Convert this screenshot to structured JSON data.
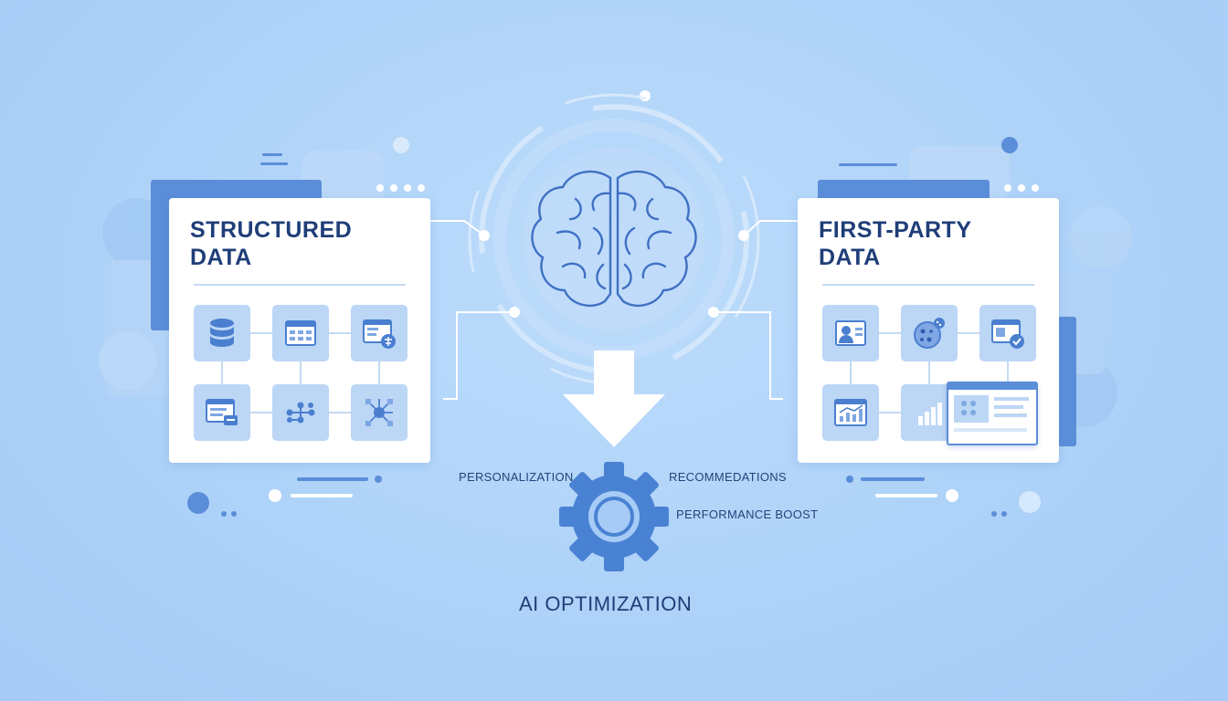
{
  "left_card": {
    "title": "STRUCTURED\nDATA"
  },
  "right_card": {
    "title": "FIRST-PARTY\nDATA"
  },
  "outputs": {
    "personalization": "PERSONALIZATION",
    "recommendations": "RECOMMEDATIONS",
    "performance": "PERFORMANCE BOOST"
  },
  "result_label": "AI OPTIMIZATION",
  "icons": {
    "center": "brain-icon",
    "arrow": "arrow-down-icon",
    "gear": "gear-icon",
    "left_tiles": [
      "database-icon",
      "calendar-grid-icon",
      "browser-network-icon",
      "form-chat-icon",
      "flow-nodes-icon",
      "network-hub-icon"
    ],
    "right_tiles": [
      "user-profile-icon",
      "cookie-icon",
      "browser-check-icon",
      "analytics-browser-icon",
      "bar-chart-icon",
      "dashboard-window-icon"
    ]
  },
  "colors": {
    "background": "#aed2f8",
    "accent": "#5b8ed9",
    "dark_text": "#1f3e78",
    "tile": "#bcd6f6",
    "card": "#ffffff"
  }
}
